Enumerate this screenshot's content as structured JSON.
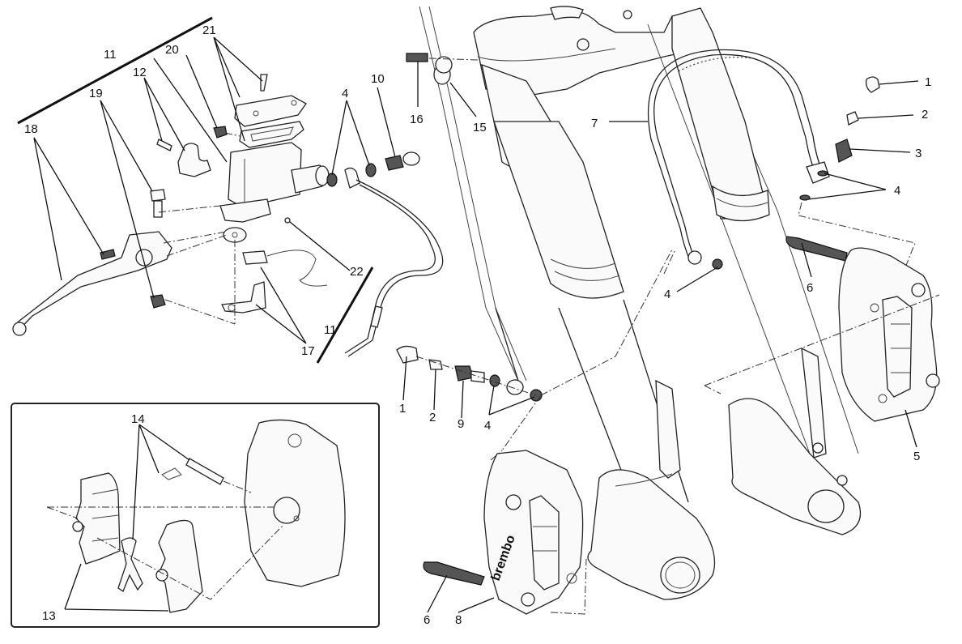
{
  "diagram": {
    "type": "exploded-parts-view",
    "callouts": {
      "c1a": "1",
      "c1b": "1",
      "c2a": "2",
      "c2b": "2",
      "c3": "3",
      "c4a": "4",
      "c4b": "4",
      "c4c": "4",
      "c4d": "4",
      "c5": "5",
      "c6a": "6",
      "c6b": "6",
      "c7": "7",
      "c8": "8",
      "c9": "9",
      "c10": "10",
      "c11a": "11",
      "c11b": "11",
      "c12": "12",
      "c13": "13",
      "c14": "14",
      "c15": "15",
      "c16": "16",
      "c17": "17",
      "c18": "18",
      "c19": "19",
      "c20": "20",
      "c21": "21",
      "c22": "22"
    },
    "caliper_brand_text": "brembo"
  }
}
